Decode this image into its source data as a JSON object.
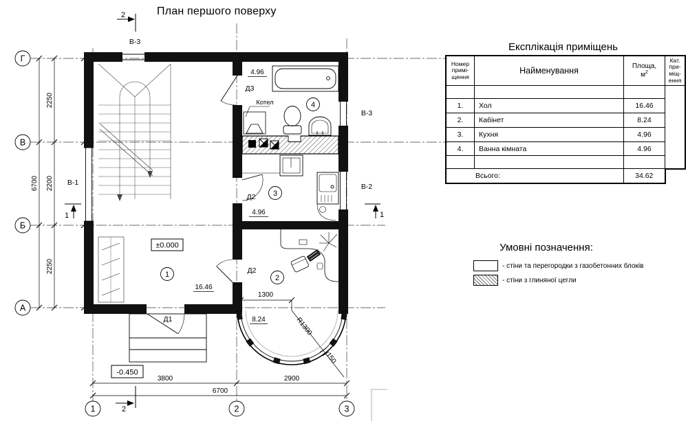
{
  "title": "План першого поверху",
  "plan": {
    "row_axes": [
      "Г",
      "В",
      "Б",
      "А"
    ],
    "col_axes": [
      "1",
      "2",
      "3"
    ],
    "dims": {
      "left_total": "6700",
      "left_segments": [
        "2250",
        "2200",
        "2250"
      ],
      "bottom_segments": [
        "3800",
        "2900"
      ],
      "bottom_total": "6700",
      "bay_half": "1300",
      "bay_radius": "R1300",
      "bay_wall": "150"
    },
    "elevations": {
      "main": "±0.000",
      "entry": "-0.450"
    },
    "rooms": [
      {
        "num": "1",
        "area": "16.46"
      },
      {
        "num": "2",
        "area": "8.24"
      },
      {
        "num": "3",
        "area": "4.96"
      },
      {
        "num": "4",
        "area": "4.96"
      }
    ],
    "doors": {
      "d1": "Д1",
      "d2_hall": "Д2",
      "d2_kitchen": "Д2",
      "d3": "Д3"
    },
    "windows": {
      "v1": "В-1",
      "v2": "В-2",
      "v3_top": "В-3",
      "v3_right": "В-3"
    },
    "boiler": "Котел",
    "sections": {
      "s1": "1",
      "s2": "2"
    }
  },
  "table": {
    "title": "Експлікація приміщень",
    "headers": {
      "num_lines": [
        "Номер",
        "примі-",
        "щення"
      ],
      "name": "Найменування",
      "area_line1": "Площа,",
      "area_unit": "м",
      "area_sup": "2",
      "cat_lines": [
        "Кат.",
        "при-",
        "міщ-",
        "ення"
      ]
    },
    "rows": [
      [
        "1.",
        "Хол",
        "16.46"
      ],
      [
        "2.",
        "Кабінет",
        "8.24"
      ],
      [
        "3.",
        "Кухня",
        "4.96"
      ],
      [
        "4.",
        "Ванна кімната",
        "4.96"
      ]
    ],
    "total_label": "Всього:",
    "total_value": "34.62"
  },
  "legend": {
    "title": "Умовні позначення:",
    "items": [
      "- стіни та перегородки з газобетонних блоків",
      "- стіни з глиняної цегли"
    ]
  }
}
